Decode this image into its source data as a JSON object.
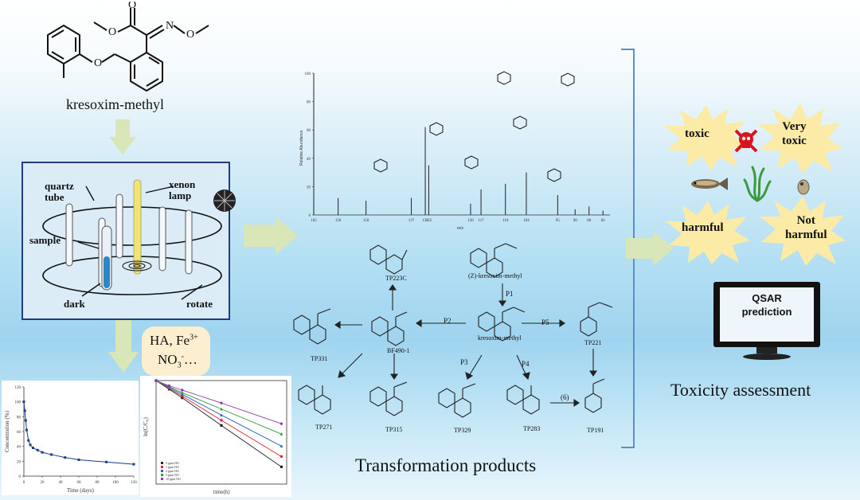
{
  "compound": {
    "name": "kresoxim-methyl"
  },
  "reactor": {
    "labels": {
      "quartz_tube": "quartz\ntube",
      "xenon_lamp": "xenon\nlamp",
      "sample": "sample",
      "dark": "dark",
      "rotate": "rotate"
    }
  },
  "factors": {
    "line1": "HA, Fe",
    "line1_sup": "3+",
    "line2": "NO",
    "line2_sub": "3",
    "line2_sup": "-",
    "line2_tail": "…"
  },
  "decay_plot": {
    "ylabel": "Concentration (%)",
    "xlabel": "Time (days)",
    "yticks": [
      "0",
      "20",
      "40",
      "60",
      "80",
      "100",
      "120"
    ],
    "xticks": [
      "0",
      "20",
      "40",
      "60",
      "80",
      "100",
      "120"
    ]
  },
  "kinetics_plot": {
    "ylabel": "ln(C/C₀)",
    "xlabel": "time(h)",
    "legend": [
      "5 ppm HA",
      "1 ppm HA",
      "2 ppm HA",
      "5 ppm NO",
      "10 ppm NO"
    ]
  },
  "chart_data": [
    {
      "type": "line",
      "title": "",
      "xlabel": "Time (days)",
      "ylabel": "Concentration (%)",
      "xlim": [
        0,
        120
      ],
      "ylim": [
        0,
        120
      ],
      "x": [
        0,
        1,
        2,
        3,
        5,
        7,
        10,
        15,
        20,
        30,
        45,
        60,
        90,
        120
      ],
      "series": [
        {
          "name": "",
          "values": [
            100,
            88,
            75,
            62,
            48,
            42,
            38,
            35,
            32,
            29,
            25,
            22,
            19,
            16
          ]
        }
      ]
    },
    {
      "type": "scatter",
      "title": "",
      "xlabel": "time(h)",
      "ylabel": "ln(C/C₀)",
      "xlim": [
        0,
        50
      ],
      "ylim": [
        -1.2,
        0
      ],
      "x": [
        0,
        5,
        10,
        25,
        48
      ],
      "series": [
        {
          "name": "5 ppm HA",
          "values": [
            0,
            -0.1,
            -0.2,
            -0.52,
            -1.0
          ]
        },
        {
          "name": "1 ppm HA",
          "values": [
            0,
            -0.09,
            -0.18,
            -0.46,
            -0.88
          ]
        },
        {
          "name": "2 ppm HA",
          "values": [
            0,
            -0.08,
            -0.16,
            -0.4,
            -0.76
          ]
        },
        {
          "name": "5 ppm NO",
          "values": [
            0,
            -0.07,
            -0.14,
            -0.33,
            -0.62
          ]
        },
        {
          "name": "10 ppm NO",
          "values": [
            0,
            -0.06,
            -0.11,
            -0.26,
            -0.5
          ]
        }
      ]
    },
    {
      "type": "bar",
      "title": "",
      "xlabel": "m/z",
      "ylabel": "Relative Abundance",
      "xlim": [
        80,
        165
      ],
      "ylim": [
        0,
        100
      ],
      "categories": [
        "82",
        "86",
        "90",
        "95",
        "104",
        "110",
        "117",
        "120",
        "132",
        "133",
        "137",
        "150",
        "158",
        "165"
      ],
      "values": [
        3,
        6,
        4,
        14,
        30,
        22,
        18,
        8,
        35,
        62,
        12,
        10,
        12,
        100
      ]
    }
  ],
  "transformation": {
    "title": "Transformation products",
    "parent_upper": "(Z)-kresoxim-methyl",
    "parent": "kresoxim-methyl",
    "products": [
      "TP223C",
      "BF490-1",
      "TP331",
      "TP271",
      "TP315",
      "TP329",
      "TP283",
      "TP221",
      "TP191"
    ],
    "pathways": [
      "P1",
      "P2",
      "P3",
      "P4",
      "P5",
      "(6)"
    ]
  },
  "toxicity": {
    "labels": [
      "toxic",
      "Very\ntoxic",
      "harmful",
      "Not\nharmful"
    ],
    "qsar": "QSAR\nprediction",
    "title": "Toxicity assessment"
  },
  "colors": {
    "bracket": "#5b8fc9",
    "burst": "#fbeba6",
    "arrow": "#d9e6b8",
    "reactor_border": "#1f3f7a"
  }
}
